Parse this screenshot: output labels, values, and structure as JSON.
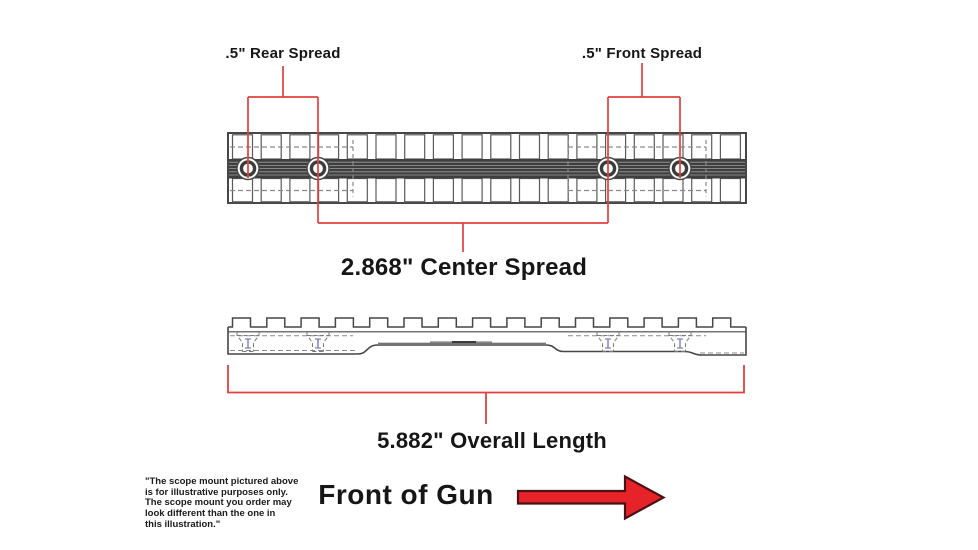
{
  "labels": {
    "rear_spread": ".5\" Rear Spread",
    "front_spread": ".5\" Front Spread",
    "center_spread": "2.868\" Center Spread",
    "overall_length": "5.882\" Overall Length",
    "front_of_gun": "Front of Gun"
  },
  "disclaimer": "\"The scope mount pictured above\nis for illustrative purposes only.\nThe scope mount you order may\nlook different than the one in\nthis illustration.\"",
  "colors": {
    "dimension_red": "#e2403f",
    "arrow_red": "#e62329",
    "arrow_outline": "#4d1115",
    "drawing_line": "#474747",
    "hidden_dash": "#8a8a8a",
    "center_band": "#3e3e3e",
    "band_stripe": "#9f9f9f",
    "hole_mark_blue": "#6565bb",
    "text_black": "#161616"
  }
}
